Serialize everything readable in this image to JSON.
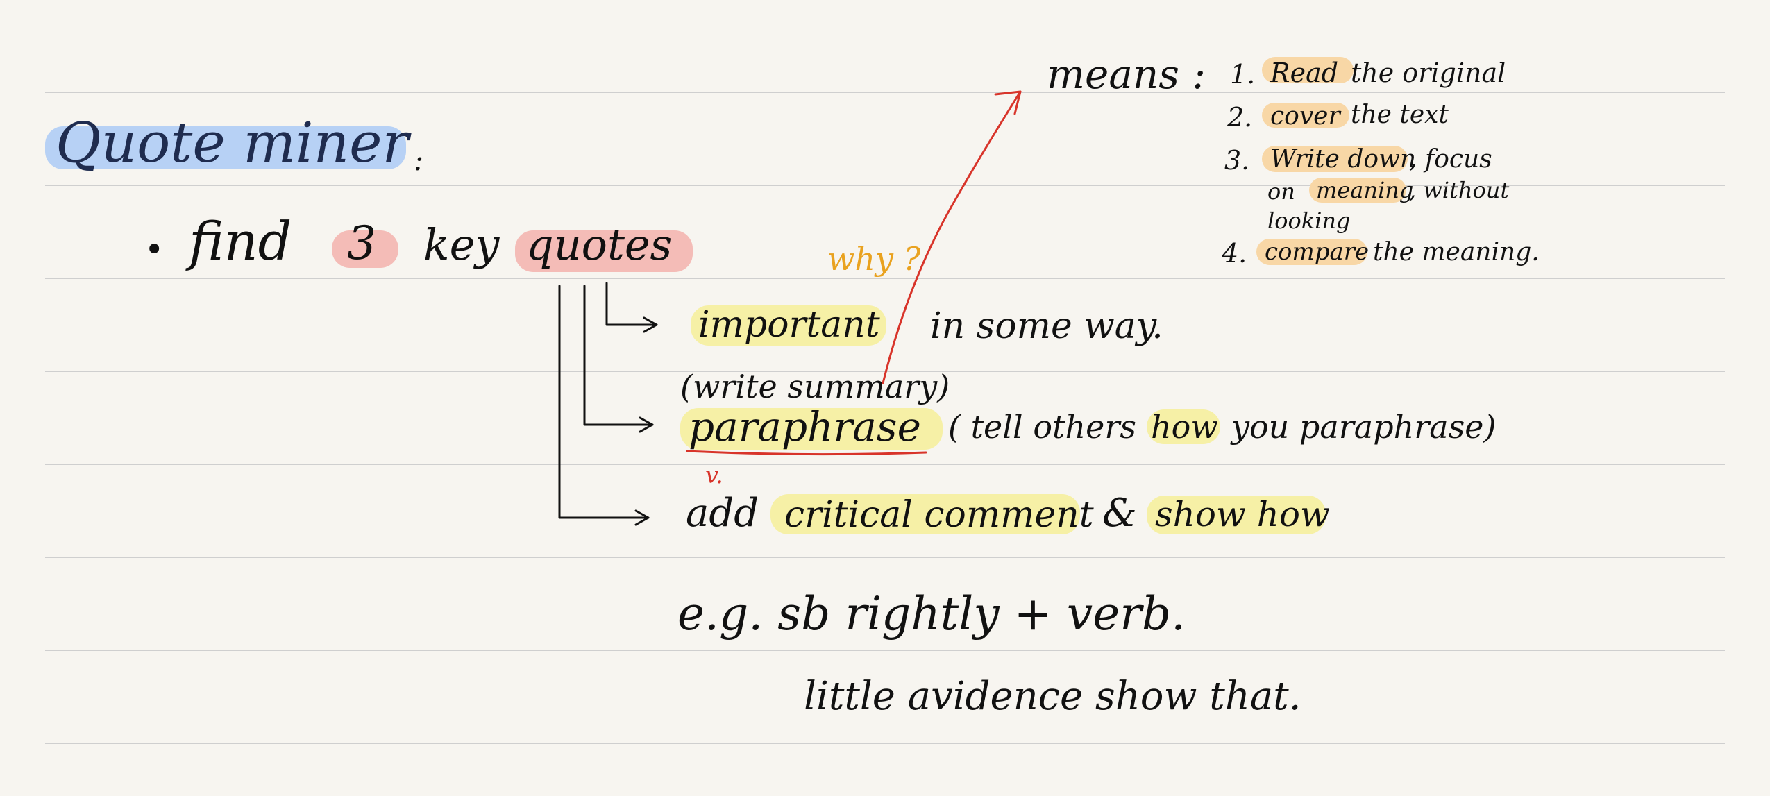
{
  "title": "Quote miner",
  "title_colon": ":",
  "main": {
    "bullet": "•",
    "find": "find",
    "count": "3",
    "key": "key",
    "quotes": "quotes"
  },
  "annotations": {
    "why": "why ?",
    "write_summary": "(write summary)",
    "verb_mark": "v."
  },
  "branches": {
    "important": {
      "key": "important",
      "rest": "in  some  way."
    },
    "paraphrase": {
      "key": "paraphrase",
      "note_a": "( tell  others",
      "note_how": "how",
      "note_b": "you  paraphrase)"
    },
    "critical": {
      "add": "add",
      "comment": "critical  comment",
      "amp": "&",
      "show_how": "show  how"
    }
  },
  "examples": [
    "e.g.  sb  rightly  +  verb.",
    "little  avidence  show  that."
  ],
  "means": {
    "label": "means :",
    "steps": [
      {
        "num": "1.",
        "key": "Read",
        "rest": "the  original"
      },
      {
        "num": "2.",
        "key": "cover",
        "rest": "the  text"
      },
      {
        "num": "3.",
        "key": "Write  down",
        "rest": ",  focus",
        "on": "on",
        "meaning": "meaning",
        "without": ",  without",
        "looking": "looking"
      },
      {
        "num": "4.",
        "key": "compare",
        "rest": "the  meaning."
      }
    ]
  },
  "colors": {
    "title_highlight": "#b7d1f5",
    "quote_highlight": "#f4bcb7",
    "key_point_highlight": "#f6f0a6",
    "means_highlight": "#f8d7a6",
    "annotation_orange": "#e9a21f",
    "annotation_red": "#d8342a"
  }
}
